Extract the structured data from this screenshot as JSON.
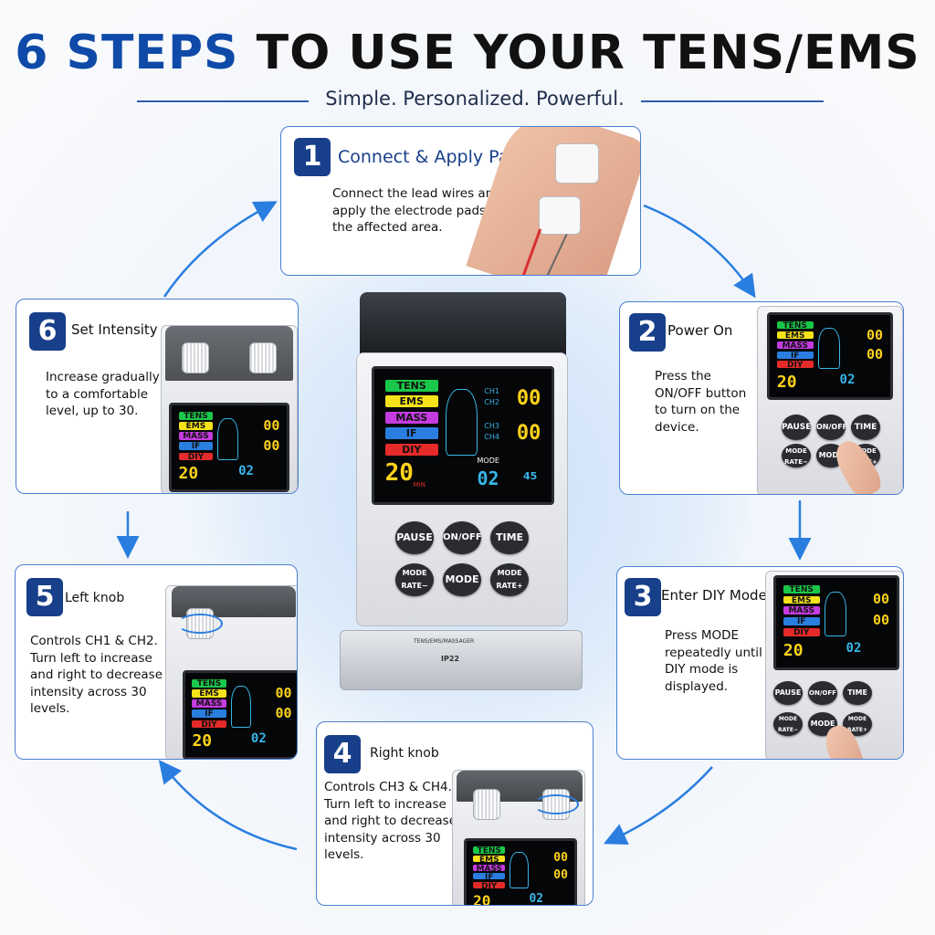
{
  "header": {
    "title_accent": "6 STEPS",
    "title_rest": "TO USE YOUR TENS/EMS",
    "subtitle": "Simple. Personalized. Powerful."
  },
  "steps": [
    {
      "number": "1",
      "title": "Connect & Apply Pads",
      "description": "Connect the lead wires and apply the electrode pads to the affected area."
    },
    {
      "number": "2",
      "title": "Power On",
      "description": "Press the ON/OFF button to turn on the device."
    },
    {
      "number": "3",
      "title": "Enter DIY Mode",
      "description": "Press MODE repeatedly until DIY mode is displayed."
    },
    {
      "number": "4",
      "title": "Right knob",
      "description": "Controls CH3 & CH4. Turn left to increase and right to decrease intensity across 30 levels."
    },
    {
      "number": "5",
      "title": "Left knob",
      "description": "Controls CH1 & CH2. Turn left to increase and right to decrease intensity across 30 levels."
    },
    {
      "number": "6",
      "title": "Set Intensity",
      "description": "Increase gradually to a comfortable level, up to 30."
    }
  ],
  "device": {
    "mode_labels": [
      "TENS",
      "EMS",
      "MASS",
      "IF",
      "DIY"
    ],
    "channels": [
      "CH1",
      "CH2",
      "CH3",
      "CH4"
    ],
    "channel_value": "00",
    "timer": "20",
    "timer_unit": "MIN",
    "mode_label": "MODE",
    "mode_value": "02",
    "rate_value": "45",
    "buttons": {
      "pause": "PAUSE",
      "onoff": "ON/OFF",
      "time": "TIME",
      "mode_rate_minus": "MODE RATE−",
      "mode": "MODE",
      "mode_rate_plus": "MODE RATE+"
    },
    "base_text": "TENS/EMS/MASSAGER",
    "rating": "IP22"
  },
  "colors": {
    "accent": "#0f4aa8",
    "badge": "#173f8a",
    "arrow": "#2a7ee0",
    "tens": "#19c84a",
    "ems": "#f6e21a",
    "mass": "#c43be0",
    "if": "#2a7ee0",
    "diy": "#e52a2a"
  }
}
